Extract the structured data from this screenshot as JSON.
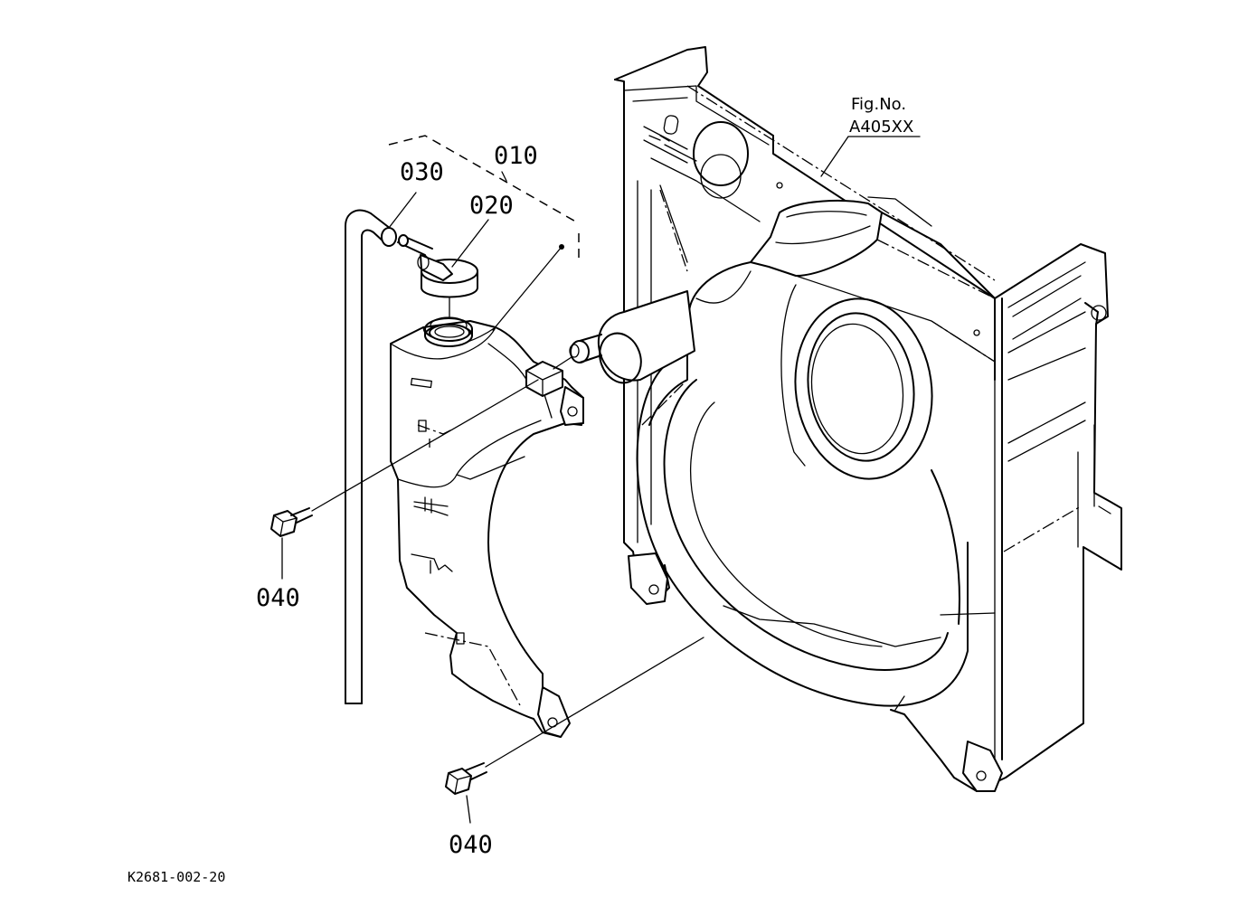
{
  "labels": {
    "part_010": "010",
    "part_020": "020",
    "part_030": "030",
    "part_040_left": "040",
    "part_040_bottom": "040",
    "fig_ref_line1": "Fig.No.",
    "fig_ref_line2": "A405XX",
    "drawing_code": "K2681-002-20"
  },
  "colors": {
    "ink": "#000000",
    "paper": "#ffffff"
  }
}
